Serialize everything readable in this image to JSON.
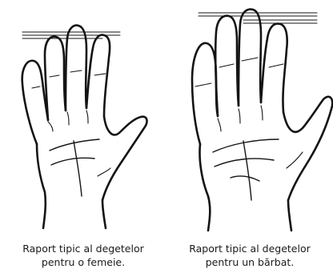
{
  "panels": [
    {
      "id": "female",
      "caption_line1": "Raport tipic al degetelor",
      "caption_line2": "pentru o femeie."
    },
    {
      "id": "male",
      "caption_line1": "Raport tipic al degetelor",
      "caption_line2": "pentru un bărbat."
    }
  ]
}
